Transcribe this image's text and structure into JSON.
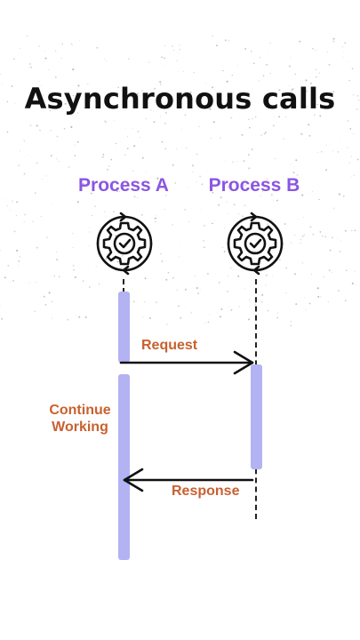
{
  "title": "Asynchronous calls",
  "participants": [
    {
      "label": "Process A",
      "icon": "gear-check-cycle-icon"
    },
    {
      "label": "Process B",
      "icon": "gear-check-cycle-icon"
    }
  ],
  "messages": {
    "request": "Request",
    "response": "Response",
    "continue_line1": "Continue",
    "continue_line2": "Working"
  },
  "colors": {
    "process_label": "#8a56e2",
    "message_label": "#c8612f",
    "activation": "#b3b2f3",
    "line": "#111111"
  }
}
